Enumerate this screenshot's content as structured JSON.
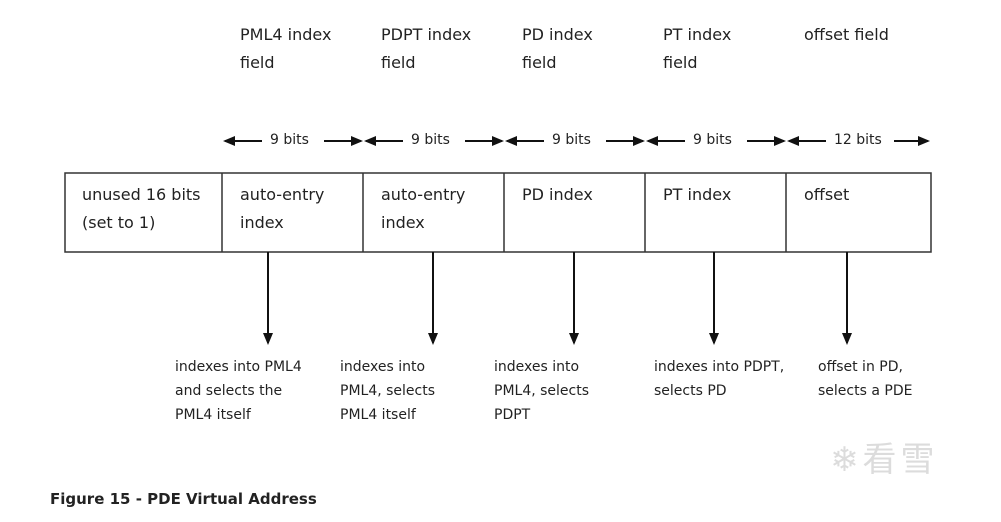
{
  "field_titles": [
    "PML4 index\nfield",
    "PDPT index\nfield",
    "PD index\nfield",
    "PT  index\nfield",
    "offset field"
  ],
  "bit_widths": [
    "9 bits",
    "9 bits",
    "9 bits",
    "9 bits",
    "12 bits"
  ],
  "cells": [
    "unused 16 bits\n(set to 1)",
    "auto-entry\nindex",
    "auto-entry\nindex",
    "PD index",
    "PT index",
    "offset"
  ],
  "descriptions": [
    "indexes into PML4\nand selects the\nPML4 itself",
    "indexes into\nPML4, selects\nPML4 itself",
    "indexes into\nPML4, selects\nPDPT",
    "indexes into PDPT,\nselects PD",
    "offset in PD,\nselects a PDE"
  ],
  "caption": "Figure 15 - PDE Virtual Address",
  "watermark": "❄看雪"
}
